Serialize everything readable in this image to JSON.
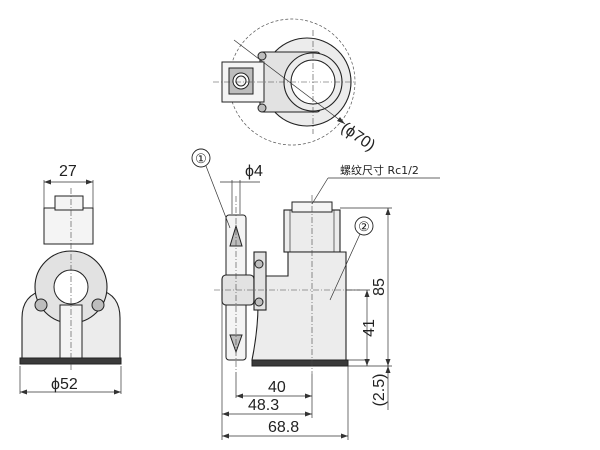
{
  "drawing": {
    "dimensions": {
      "top_diameter": "(ϕ70)",
      "width_27": "27",
      "pin_diameter": "ϕ4",
      "base_diameter": "ϕ52",
      "height_85": "85",
      "height_41": "41",
      "gap_2_5": "(2.5)",
      "length_40": "40",
      "length_48_3": "48.3",
      "length_68_8": "68.8"
    },
    "note_thread": "螺纹尺寸 Rc1/2",
    "balloons": [
      "①",
      "②"
    ]
  }
}
